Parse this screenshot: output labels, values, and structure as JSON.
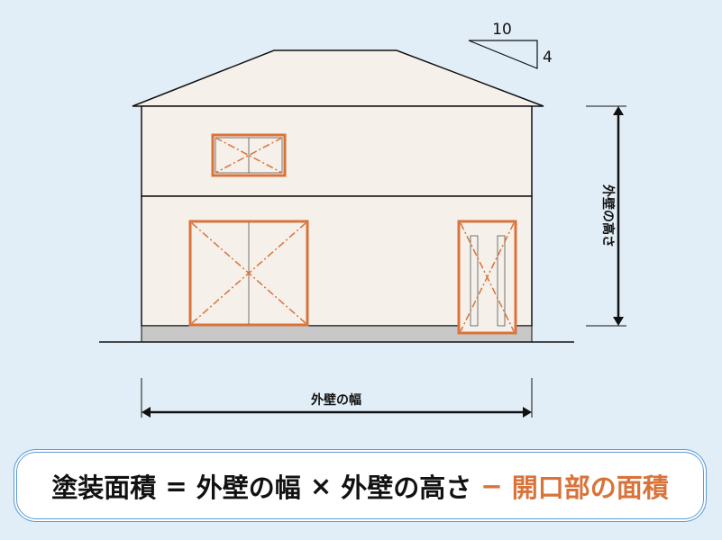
{
  "slope": {
    "run": "10",
    "rise": "4"
  },
  "labels": {
    "height": "外壁の高さ",
    "width": "外壁の幅"
  },
  "formula": {
    "lhs": "塗装面積",
    "eq": " = ",
    "width": "外壁の幅",
    "times": " × ",
    "height": "外壁の高さ",
    "minus": " − ",
    "openings": "開口部の面積"
  },
  "colors": {
    "background": "#e1eef7",
    "wall": "#f5f0ea",
    "opening": "#d9733a",
    "base": "#c8c8c8"
  }
}
